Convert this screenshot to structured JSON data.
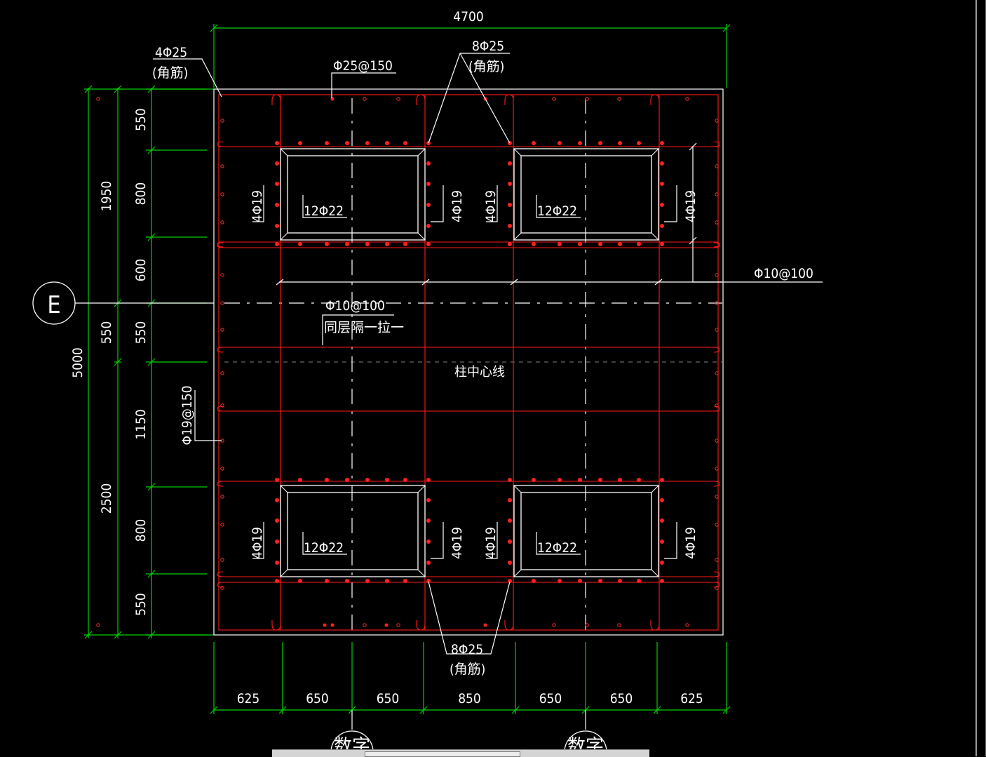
{
  "drawing": {
    "overall_width_dim": "4700",
    "overall_height_dim": "5000",
    "left_outer_dims": [
      "1950",
      "550",
      "2500"
    ],
    "left_inner_dims": [
      "550",
      "800",
      "600",
      "550",
      "1150",
      "800",
      "550"
    ],
    "bottom_dims": [
      "625",
      "650",
      "650",
      "850",
      "650",
      "650",
      "625"
    ],
    "axis_bubble": "E",
    "bottom_bubbles": [
      "数字",
      "数字"
    ],
    "labels": {
      "corner_bars_main": "4Φ25",
      "corner_bars_note": "(角筋)",
      "top_bars": "Φ25@150",
      "top_corner_group": "8Φ25",
      "top_corner_note": "(角筋)",
      "bottom_corner_group": "8Φ25",
      "bottom_corner_note": "(角筋)",
      "stirrup_right": "Φ10@100",
      "stirrup_center": "Φ10@100",
      "stirrup_center_note": "同层隔一拉一",
      "column_centerline": "柱中心线",
      "side_bars": "Φ19@150",
      "column_bars": "12Φ22",
      "column_side_bars": "4Φ19"
    },
    "colors": {
      "dimension": "#00d000",
      "rebar": "#ff1a1a",
      "outline": "#ffffff",
      "background": "#000000"
    }
  }
}
